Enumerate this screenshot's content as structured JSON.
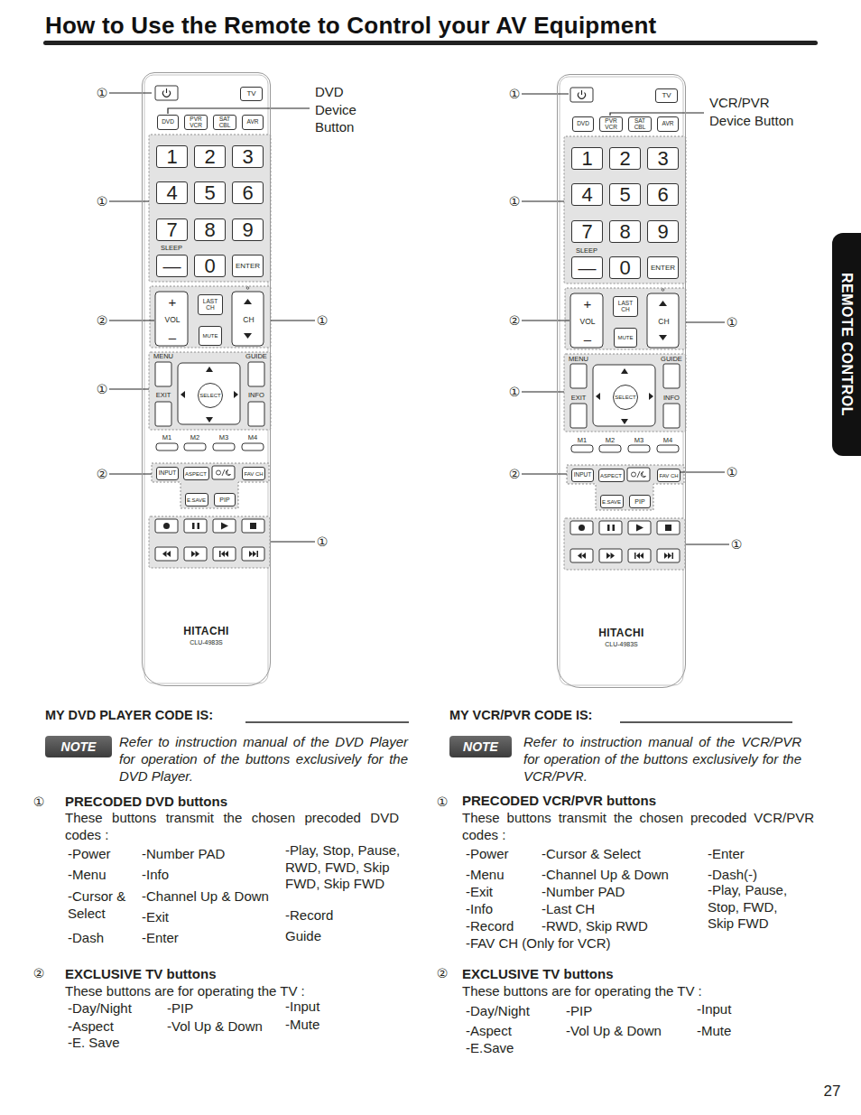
{
  "diagram": {
    "title": "How to Use the Remote to Control your AV Equipment",
    "nodes": [
      {
        "text": [
          "HITACHI",
          "CLU-4983S"
        ]
      },
      {
        "text": [
          "TV"
        ],
        "in": 0
      },
      {
        "text": [
          "DVD"
        ],
        "in": 0
      },
      {
        "text": [
          "PVR VCR"
        ],
        "in": 0
      },
      {
        "text": [
          "SAT CBL"
        ],
        "in": 0
      },
      {
        "text": [
          "AVR"
        ],
        "in": 0
      },
      {
        "text": [
          "1"
        ],
        "in": 0
      },
      {
        "text": [
          "2"
        ],
        "in": 0
      },
      {
        "text": [
          "3"
        ],
        "in": 0
      },
      {
        "text": [
          "4"
        ],
        "in": 0
      },
      {
        "text": [
          "5"
        ],
        "in": 0
      },
      {
        "text": [
          "6"
        ],
        "in": 0
      },
      {
        "text": [
          "7"
        ],
        "in": 0
      },
      {
        "text": [
          "8"
        ],
        "in": 0
      },
      {
        "text": [
          "9"
        ],
        "in": 0
      },
      {
        "text": [
          "—"
        ],
        "in": 0
      },
      {
        "text": [
          "0"
        ],
        "in": 0
      },
      {
        "text": [
          "ENTER"
        ],
        "in": 0
      },
      {
        "text": [
          "+",
          "VOL",
          "–"
        ],
        "in": 0
      },
      {
        "text": [
          "LAST CH"
        ],
        "in": 0
      },
      {
        "text": [
          "CH"
        ],
        "in": 0
      },
      {
        "text": [
          "MUTE"
        ],
        "in": 0
      },
      {
        "text": [
          "SELECT"
        ],
        "in": 0
      },
      {
        "text": [
          "INPUT"
        ],
        "in": 0
      },
      {
        "text": [
          "ASPECT"
        ],
        "in": 0
      },
      {
        "text": [
          "FAV CH"
        ],
        "in": 0
      },
      {
        "text": [
          "E.SAVE"
        ],
        "in": 0
      },
      {
        "text": [
          "PIP"
        ],
        "in": 0
      },
      {
        "text": [
          "HITACHI",
          "CLU-4983S"
        ]
      },
      {
        "text": [
          "TV"
        ],
        "in": 28
      },
      {
        "text": [
          "DVD"
        ],
        "in": 28
      },
      {
        "text": [
          "PVR VCR"
        ],
        "in": 28
      },
      {
        "text": [
          "SAT CBL"
        ],
        "in": 28
      },
      {
        "text": [
          "AVR"
        ],
        "in": 28
      },
      {
        "text": [
          "1"
        ],
        "in": 28
      },
      {
        "text": [
          "2"
        ],
        "in": 28
      },
      {
        "text": [
          "3"
        ],
        "in": 28
      },
      {
        "text": [
          "4"
        ],
        "in": 28
      },
      {
        "text": [
          "5"
        ],
        "in": 28
      },
      {
        "text": [
          "6"
        ],
        "in": 28
      },
      {
        "text": [
          "7"
        ],
        "in": 28
      },
      {
        "text": [
          "8"
        ],
        "in": 28
      },
      {
        "text": [
          "9"
        ],
        "in": 28
      },
      {
        "text": [
          "—"
        ],
        "in": 28
      },
      {
        "text": [
          "0"
        ],
        "in": 28
      },
      {
        "text": [
          "ENTER"
        ],
        "in": 28
      },
      {
        "text": [
          "+",
          "VOL",
          "–"
        ],
        "in": 28
      },
      {
        "text": [
          "LAST CH"
        ],
        "in": 28
      },
      {
        "text": [
          "CH"
        ],
        "in": 28
      },
      {
        "text": [
          "MUTE"
        ],
        "in": 28
      },
      {
        "text": [
          "SELECT"
        ],
        "in": 28
      },
      {
        "text": [
          "INPUT"
        ],
        "in": 28
      },
      {
        "text": [
          "ASPECT"
        ],
        "in": 28
      },
      {
        "text": [
          "FAV CH"
        ],
        "in": 28
      },
      {
        "text": [
          "E.SAVE"
        ],
        "in": 28
      },
      {
        "text": [
          "PIP"
        ],
        "in": 28
      },
      {
        "text": [
          "NOTE"
        ]
      },
      {
        "text": [
          "NOTE"
        ]
      },
      {
        "text": [
          "REMOTE CONTROL"
        ]
      }
    ],
    "labels": [
      "①",
      "DVD Device Button",
      "①",
      "②",
      "①",
      "①",
      "②",
      "①",
      "SLEEP",
      "MENU",
      "GUIDE",
      "EXIT",
      "INFO",
      "M1",
      "M2",
      "M3",
      "M4",
      "①",
      "VCR/PVR Device Button",
      "①",
      "②",
      "①",
      "①",
      "②",
      "①",
      "①",
      "SLEEP",
      "MENU",
      "GUIDE",
      "EXIT",
      "INFO",
      "M1",
      "M2",
      "M3",
      "M4",
      "MY DVD PLAYER CODE IS:",
      "Refer to instruction manual of the DVD Player for operation of the buttons exclusively for the DVD Player.",
      "①",
      "PRECODED DVD buttons",
      "These buttons transmit the chosen precoded DVD codes :",
      "-Power",
      "-Number PAD",
      "-Play, Stop, Pause, RWD, FWD, Skip FWD, Skip FWD",
      "-Menu",
      "-Info",
      "-Cursor & Select",
      "-Channel Up & Down",
      "-Record",
      "-Exit",
      "Guide",
      "-Dash",
      "-Enter",
      "②",
      "EXCLUSIVE TV buttons",
      "These buttons are for operating the TV :",
      "-Day/Night",
      "-PIP",
      "-Input",
      "-Aspect",
      "-Vol Up & Down",
      "-Mute",
      "-E. Save",
      "MY VCR/PVR CODE IS:",
      "Refer to instruction manual of the VCR/PVR for operation of the buttons exclusively for the VCR/PVR.",
      "①",
      "PRECODED VCR/PVR buttons",
      "These buttons transmit the chosen precoded VCR/PVR codes :",
      "-Power",
      "-Cursor & Select",
      "-Enter",
      "-Menu",
      "-Channel Up & Down",
      "-Dash(-)",
      "-Exit",
      "-Number PAD",
      "-Play, Pause, Stop, FWD, Skip FWD",
      "-Info",
      "-Last CH",
      "-Record",
      "-RWD, Skip RWD",
      "-FAV CH (Only for VCR)",
      "②",
      "EXCLUSIVE TV buttons",
      "These buttons are for operating the TV :",
      "-Day/Night",
      "-PIP",
      "-Input",
      "-Aspect",
      "-Vol Up & Down",
      "-Mute",
      "-E.Save",
      "27"
    ]
  }
}
